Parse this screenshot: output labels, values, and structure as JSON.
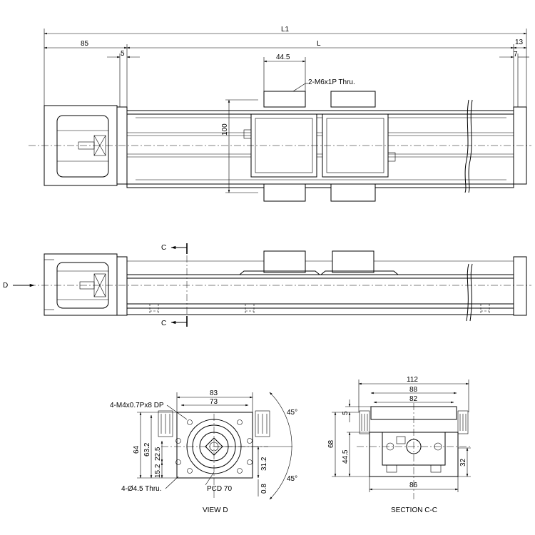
{
  "top_view": {
    "dims": {
      "L1": "L1",
      "L": "L",
      "d85": "85",
      "d5": "5",
      "d13": "13",
      "d7": "7",
      "d44_5": "44.5",
      "d100": "100"
    },
    "note_thread": "2-M6x1P Thru."
  },
  "side_view": {
    "section_mark": "C",
    "view_mark": "D"
  },
  "view_d": {
    "title": "VIEW D",
    "note_tap": "4-M4x0.7Px8 DP",
    "note_hole": "4-Ø4.5 Thru.",
    "note_pcd": "PCD 70",
    "dims": {
      "d83": "83",
      "d73": "73",
      "d64": "64",
      "d63_2": "63.2",
      "d22_5": "22.5",
      "d15_2": "15.2",
      "d31_2": "31.2",
      "d0_8": "0.8",
      "a45_top": "45°",
      "a45_bottom": "45°"
    }
  },
  "section_cc": {
    "title": "SECTION C-C",
    "dims": {
      "d112": "112",
      "d88": "88",
      "d82": "82",
      "d5": "5",
      "d68": "68",
      "d44_5": "44.5",
      "d32": "32",
      "d86": "86"
    }
  }
}
